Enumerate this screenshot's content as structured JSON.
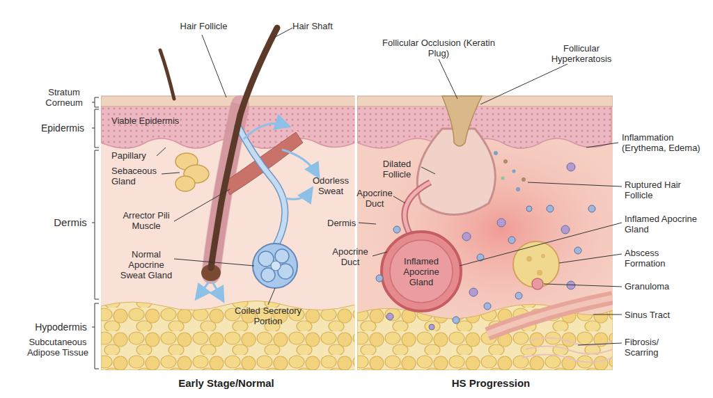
{
  "diagram": {
    "labels": [
      "Hair Follicle",
      "Hair Shaft",
      "Stratum Corneum",
      "Epidermis",
      "Viable Epidermis",
      "Papillary",
      "Sebaceous Gland",
      "Dermis",
      "Arrector Pili Muscle",
      "Normal Apocrine Sweat Gland",
      "Odorless Sweat",
      "Coiled Secretory Portion",
      "Hypodermis",
      "Subcutaneous Adipose Tissue",
      "Early Stage/Normal",
      "Follicular Occlusion (Keratin Plug)",
      "Follicular Hyperkeratosis",
      "Inflammation (Erythema, Edema)",
      "Dilated Follicle",
      "Apocrine Duct",
      "Dermis",
      "Ruptured Hair Follicle",
      "Inflamed Apocrine Gland",
      "Abscess Formation",
      "Inflamed Apocrine Gland",
      "Apocrine Duct",
      "Granuloma",
      "Sinus Tract",
      "Fibrosis/ Scarring",
      "HS Progression"
    ]
  }
}
